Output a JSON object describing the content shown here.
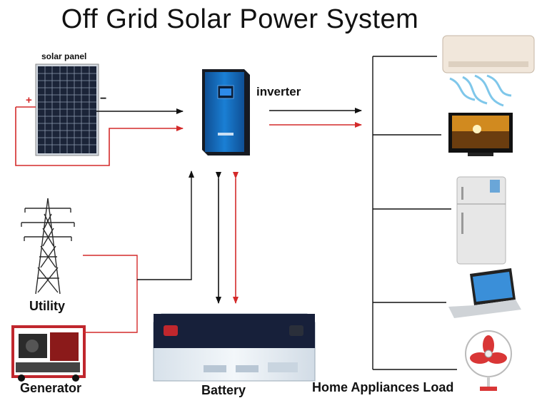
{
  "title": "Off Grid Solar Power System",
  "labels": {
    "solar_panel": "solar panel",
    "plus": "+",
    "minus": "−",
    "inverter": "inverter",
    "utility": "Utility",
    "generator": "Generator",
    "battery": "Battery",
    "home_load": "Home Appliances Load"
  },
  "colors": {
    "wire_black": "#111111",
    "wire_red": "#d42a2a",
    "panel_cell": "#1b2438",
    "inverter_blue": "#1673c8",
    "battery_body": "#e8eef3"
  },
  "icons": [
    "solar-panel-icon",
    "inverter-icon",
    "utility-tower-icon",
    "generator-icon",
    "battery-icon",
    "air-conditioner-icon",
    "tv-icon",
    "fridge-icon",
    "laptop-icon",
    "fan-icon"
  ]
}
